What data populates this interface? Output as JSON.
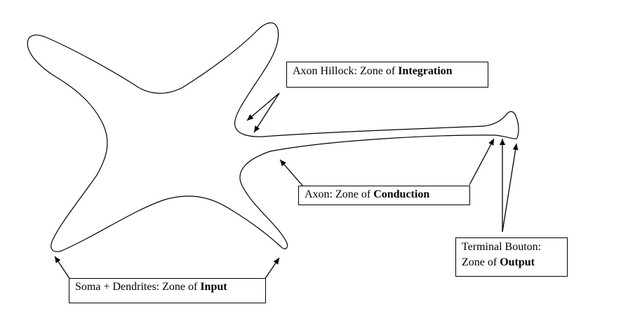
{
  "labels": {
    "hillock": {
      "prefix": "Axon Hillock: Zone of ",
      "strong": "Integration"
    },
    "axon": {
      "prefix": "Axon: Zone of ",
      "strong": "Conduction"
    },
    "output": {
      "line1": "Terminal Bouton:",
      "prefix": "Zone of ",
      "strong": "Output"
    },
    "input": {
      "prefix": "Soma + Dendrites: Zone of ",
      "strong": "Input"
    }
  },
  "colors": {
    "stroke": "#000000",
    "background": "#ffffff"
  }
}
